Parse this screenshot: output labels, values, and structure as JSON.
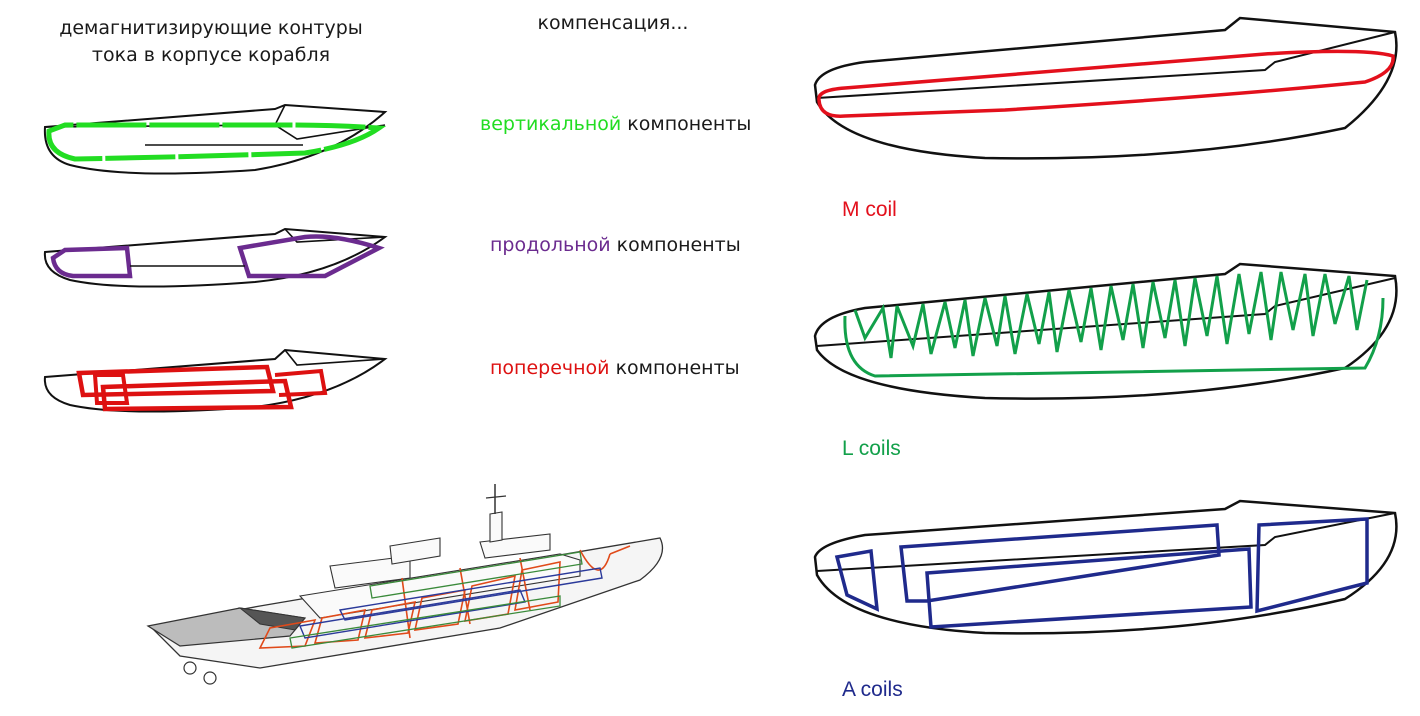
{
  "headings": {
    "left_line1": "демагнитизирующие контуры",
    "left_line2": "тока в корпусе корабля",
    "middle": "компенсация..."
  },
  "captions": {
    "suffix": "компоненты",
    "vertical": "вертикальной",
    "longitudinal": "продольной",
    "transverse": "поперечной"
  },
  "coils": {
    "m": "M coil",
    "l": "L coils",
    "a": "A coils"
  },
  "colors": {
    "vertical": "#22dd22",
    "longitudinal": "#6b2b8f",
    "transverse": "#dd1111",
    "m_coil": "#e3101c",
    "l_coil": "#12a04a",
    "a_coil": "#1f2a8c",
    "hull": "#111111",
    "ship_red": "#e04a1a",
    "ship_blue": "#2b3a9a",
    "ship_green": "#3a8a3a"
  }
}
